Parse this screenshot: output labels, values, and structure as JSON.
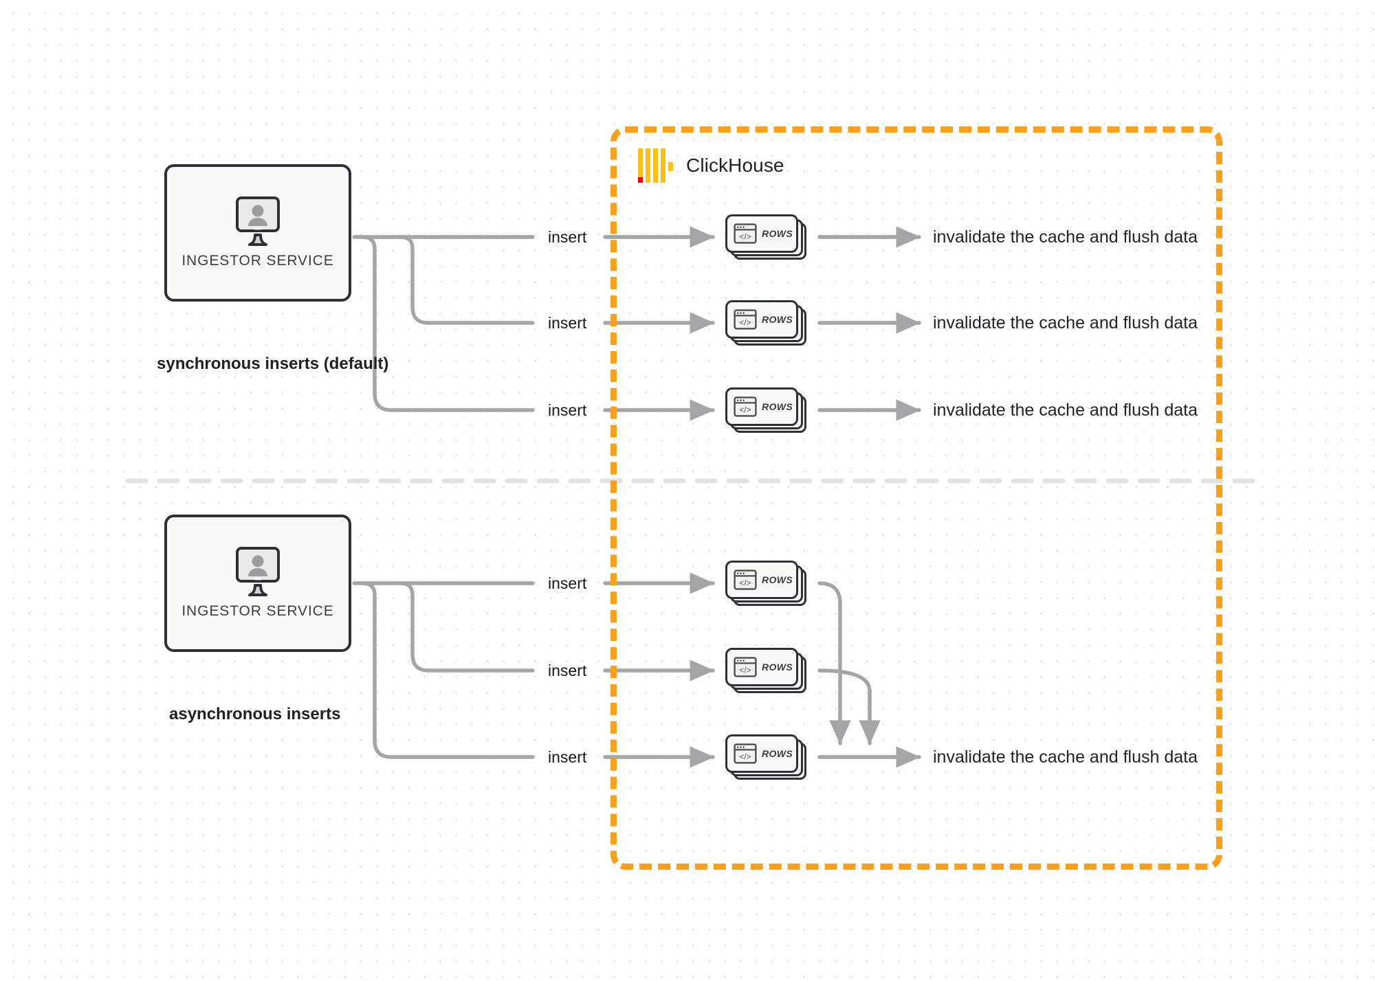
{
  "diagram": {
    "title": "ClickHouse synchronous vs asynchronous inserts",
    "background": "#ffffff",
    "grid_dot_color": "#e6e4e4",
    "wire_color": "#a3a5a7",
    "divider_color": "#e2e2e2"
  },
  "clickhouse": {
    "title": "ClickHouse",
    "border_color": "#f8a01e",
    "logo": {
      "name": "clickhouse-logo",
      "bar_color": "#ffc019",
      "accent_color": "#ef0013",
      "bars": 4,
      "stub": 1
    }
  },
  "sections": [
    {
      "id": "sync",
      "caption": "synchronous inserts (default)",
      "service": {
        "label": "INGESTOR SERVICE",
        "icon": "monitor-user-icon"
      },
      "flows": [
        {
          "insert_label": "insert",
          "rows_label": "ROWS",
          "outcome": "invalidate the cache and flush data"
        },
        {
          "insert_label": "insert",
          "rows_label": "ROWS",
          "outcome": "invalidate the cache and flush data"
        },
        {
          "insert_label": "insert",
          "rows_label": "ROWS",
          "outcome": "invalidate the cache and flush data"
        }
      ]
    },
    {
      "id": "async",
      "caption": "asynchronous inserts",
      "service": {
        "label": "INGESTOR SERVICE",
        "icon": "monitor-user-icon"
      },
      "flows": [
        {
          "insert_label": "insert",
          "rows_label": "ROWS"
        },
        {
          "insert_label": "insert",
          "rows_label": "ROWS"
        },
        {
          "insert_label": "insert",
          "rows_label": "ROWS"
        }
      ],
      "outcome": "invalidate the cache and flush data"
    }
  ]
}
